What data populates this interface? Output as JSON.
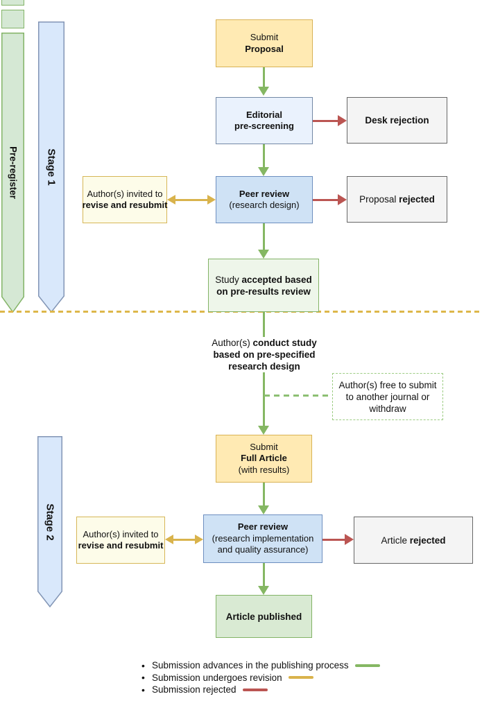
{
  "ribbons": {
    "preregister": "Pre-register",
    "stage1": "Stage 1",
    "stage2": "Stage 2"
  },
  "boxes": {
    "submit_proposal": {
      "l1": "Submit",
      "l2": "Proposal"
    },
    "editorial": {
      "l1": "Editorial",
      "l2": "pre-screening"
    },
    "desk_rejection": {
      "l1": "Desk rejection"
    },
    "author_invited1": {
      "l1": "Author(s) invited to",
      "l2": "revise and resubmit"
    },
    "peer_review1": {
      "l1": "Peer review",
      "l2": "(research design)"
    },
    "proposal_rejected": {
      "pre": "Proposal ",
      "bold": "rejected"
    },
    "study_accepted": {
      "pre": "Study ",
      "bold1": "accepted based",
      "bold2": "on pre-results review"
    },
    "conduct_study": {
      "pre": "Author(s) ",
      "bold1": "conduct study",
      "bold2": "based on pre-specified",
      "bold3": "research design"
    },
    "free_to_submit": {
      "l1": "Author(s) free to submit",
      "l2": "to another journal or",
      "l3": "withdraw"
    },
    "submit_full_article": {
      "l1": "Submit",
      "l2": "Full Article",
      "l3": "(with results)"
    },
    "author_invited2": {
      "l1": "Author(s) invited to",
      "l2": "revise and resubmit"
    },
    "peer_review2": {
      "l1": "Peer review",
      "l2": "(research implementation",
      "l3": "and quality assurance)"
    },
    "article_rejected": {
      "pre": "Article ",
      "bold": "rejected"
    },
    "article_published": {
      "l1": "Article published"
    }
  },
  "legend": {
    "items": [
      {
        "label": "Submission advances in the publishing process",
        "color": "#85b763"
      },
      {
        "label": "Submission undergoes revision",
        "color": "#d9b34c"
      },
      {
        "label": "Submission rejected",
        "color": "#bb5552"
      }
    ]
  },
  "colors": {
    "advance_arrow": "#85b763",
    "revision_arrow": "#d9b34c",
    "reject_arrow": "#bb5552",
    "stage_divider_line": "#ddb74a"
  }
}
